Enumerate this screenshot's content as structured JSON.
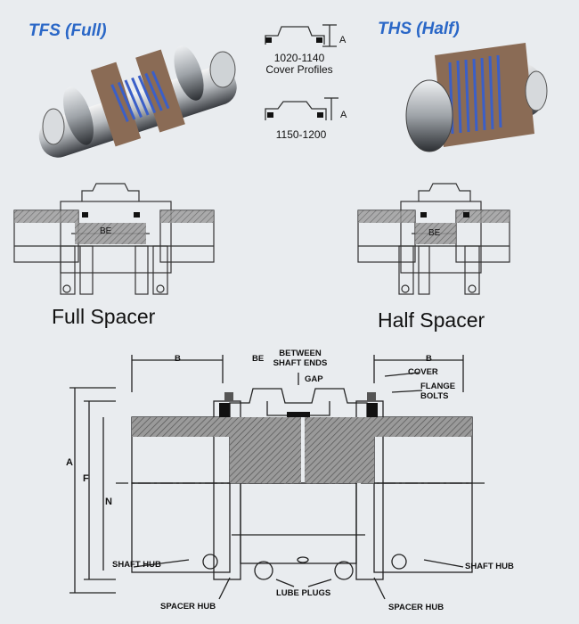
{
  "products": {
    "left_title": "TFS (Full)",
    "right_title": "THS (Half)"
  },
  "profiles": {
    "profile1_range": "1020-1140",
    "profile1_caption": "Cover Profiles",
    "profile2_range": "1150-1200",
    "dim_a": "A"
  },
  "drawings": {
    "be_label": "BE",
    "full_caption": "Full Spacer",
    "half_caption": "Half Spacer"
  },
  "detail": {
    "b_left": "B",
    "be": "BE",
    "between_shaft_ends": "BETWEEN SHAFT ENDS",
    "gap": "GAP",
    "b_right": "B",
    "cover": "COVER",
    "flange_bolts": "FLANGE BOLTS",
    "dim_a": "A",
    "dim_f": "F",
    "dim_n": "N",
    "shaft_hub_left": "SHAFT HUB",
    "shaft_hub_right": "SHAFT HUB",
    "spacer_hub_left": "SPACER HUB",
    "spacer_hub_right": "SPACER HUB",
    "lube_plugs": "LUBE PLUGS"
  },
  "colors": {
    "title_blue": "#2a67c7",
    "background": "#e9ecef",
    "grid_blue": "#3b5fc7",
    "flange_brown": "#8a6b55",
    "hatch_gray": "#8a8a8a"
  }
}
